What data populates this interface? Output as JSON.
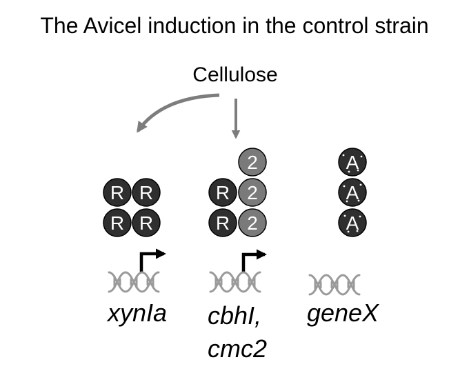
{
  "title": "The Avicel induction in the control strain",
  "inducer": "Cellulose",
  "colors": {
    "dark_protein": "#2f2f2f",
    "gray_protein": "#7a7a7a",
    "arrow_gray": "#7d7d7d",
    "dna": "#9a9a9a",
    "text": "#000000"
  },
  "proteins": {
    "repressor_label": "R",
    "factor2_label": "2",
    "activator_label": "A"
  },
  "genes": {
    "xyn": {
      "name": "xynIa",
      "active": true
    },
    "cbh": {
      "name_line1": "cbhI,",
      "name_line2": "cmc2",
      "active": true
    },
    "gx": {
      "name": "geneX",
      "active": false
    }
  },
  "icons": {
    "promoter": "bent-arrow-icon",
    "dna": "dna-helix-icon"
  }
}
